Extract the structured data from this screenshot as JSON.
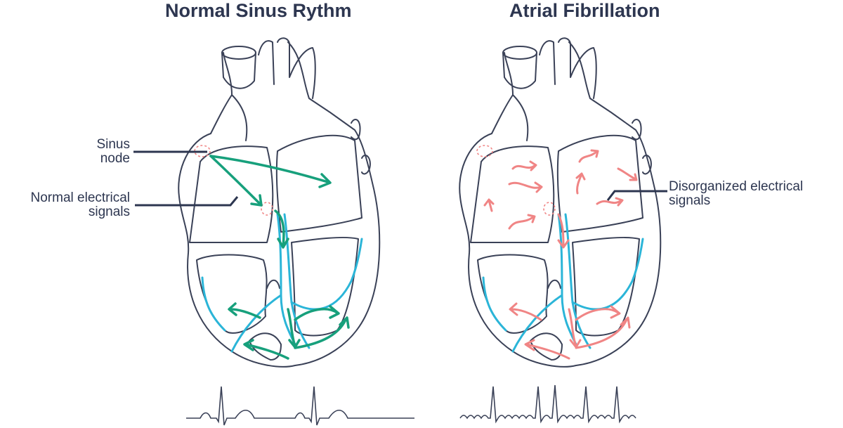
{
  "panels": {
    "normal": {
      "title": "Normal Sinus Rythm",
      "labels": {
        "sinus_node": "Sinus node",
        "signals": "Normal electrical signals"
      }
    },
    "afib": {
      "title": "Atrial Fibrillation",
      "labels": {
        "signals": "Disorganized electrical signals"
      }
    }
  },
  "colors": {
    "outline": "#3a4157",
    "normal_signal": "#17a07c",
    "afib_signal": "#f08585",
    "conduction": "#2bb5d8",
    "node": "#f08585"
  }
}
